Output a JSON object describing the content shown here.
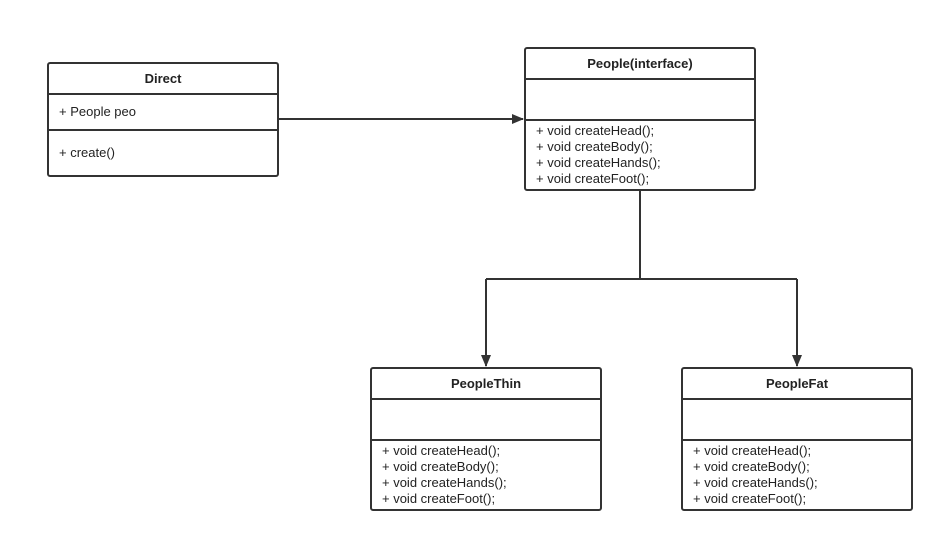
{
  "classes": {
    "direct": {
      "name": "Direct",
      "attributes": [
        "+ People peo"
      ],
      "operations": [
        "+ create()"
      ]
    },
    "people": {
      "name": "People(interface)",
      "attributes": [],
      "operations": [
        "+ void createHead();",
        "+ void createBody();",
        "+ void createHands();",
        "+ void createFoot();"
      ]
    },
    "people_thin": {
      "name": "PeopleThin",
      "attributes": [],
      "operations": [
        "+ void createHead();",
        "+ void createBody();",
        "+ void createHands();",
        "+ void createFoot();"
      ]
    },
    "people_fat": {
      "name": "PeopleFat",
      "attributes": [],
      "operations": [
        "+ void createHead();",
        "+ void createBody();",
        "+ void createHands();",
        "+ void createFoot();"
      ]
    }
  },
  "relations": [
    {
      "from": "direct",
      "to": "people",
      "type": "association"
    },
    {
      "from": "people",
      "to": "people_thin",
      "type": "arrow"
    },
    {
      "from": "people",
      "to": "people_fat",
      "type": "arrow"
    }
  ],
  "colors": {
    "line": "#333333",
    "background": "#ffffff",
    "text": "#222222"
  }
}
